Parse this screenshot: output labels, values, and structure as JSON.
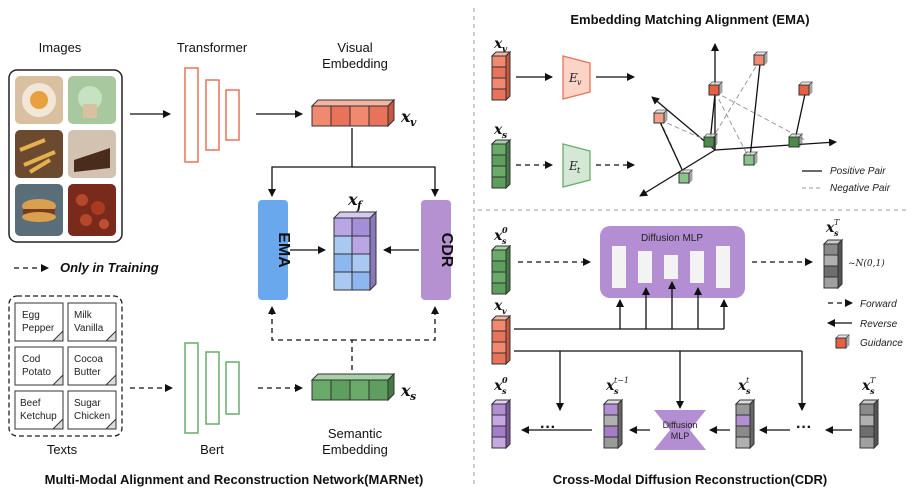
{
  "left": {
    "images_label": "Images",
    "transformer_label": "Transformer",
    "visual_embedding_label": [
      "Visual",
      "Embedding"
    ],
    "x_v": "x",
    "x_v_sub": "v",
    "x_f": "x",
    "x_f_sub": "f",
    "x_s": "x",
    "x_s_sub": "s",
    "ema_label": "EMA",
    "cdr_label": "CDR",
    "only_training": "Only in Training",
    "texts_label": "Texts",
    "bert_label": "Bert",
    "semantic_embedding_label": [
      "Semantic",
      "Embedding"
    ],
    "text_cards": [
      [
        "Egg",
        "Pepper"
      ],
      [
        "Milk",
        "Vanilla"
      ],
      [
        "Cod",
        "Potato"
      ],
      [
        "Cocoa",
        "Butter"
      ],
      [
        "Beef",
        "Ketchup"
      ],
      [
        "Sugar",
        "Chicken"
      ]
    ],
    "footer": "Multi-Modal Alignment and Reconstruction Network(MARNet)"
  },
  "ema": {
    "title": "Embedding Matching Alignment (EMA)",
    "ev": "E",
    "ev_sub": "v",
    "et": "E",
    "et_sub": "t",
    "positive_pair": "Positive Pair",
    "negative_pair": "Negative Pair"
  },
  "cdr": {
    "diffusion_mlp": "Diffusion MLP",
    "diffusion_mlp_small": [
      "Diffusion",
      "MLP"
    ],
    "normal": "~N(0,1)",
    "forward": "Forward",
    "reverse": "Reverse",
    "guidance": "Guidance",
    "dots": "···",
    "footer": "Cross-Modal Diffusion Reconstruction(CDR)"
  },
  "colors": {
    "visual": "#f0896e",
    "visual_dark": "#d9604a",
    "semantic": "#6aab6a",
    "semantic_dark": "#4c8a4c",
    "ema_box": "#6aa8ee",
    "cdr_box": "#b591d1",
    "diffusion_box": "#b48ed3",
    "fused_purple": "#b9a6e4",
    "fused_blue": "#a9c9f2",
    "gray": "#9a9a9a"
  }
}
